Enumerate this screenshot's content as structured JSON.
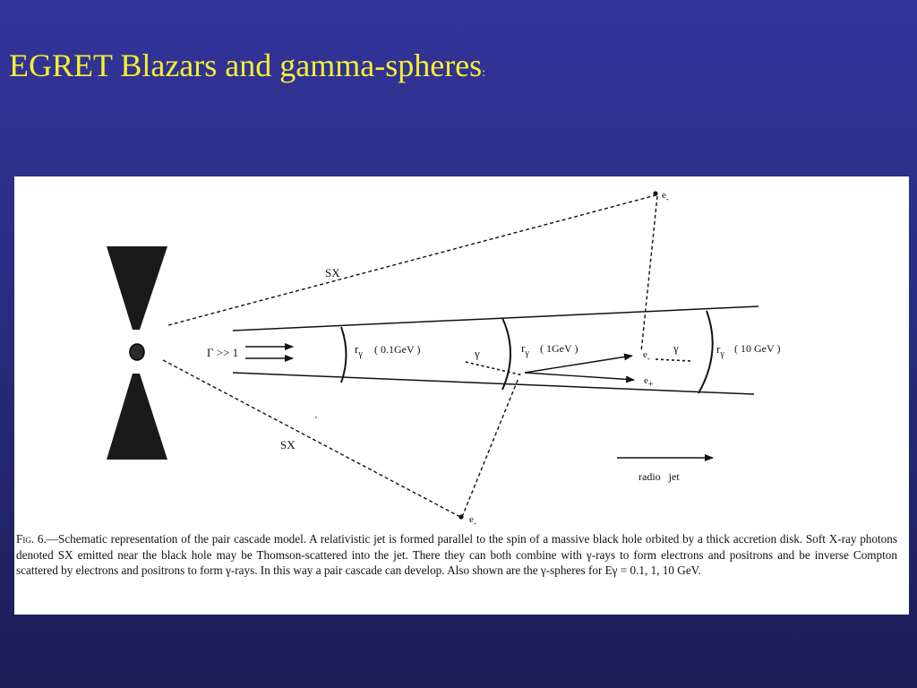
{
  "slide": {
    "title": "EGRET Blazars and gamma-spheres",
    "title_suffix": ":"
  },
  "diagram": {
    "labels": {
      "sx_top": "SX",
      "sx_bottom": "SX",
      "lorentz": "Γ >> 1",
      "r_gamma_symbol": "r",
      "gamma_sub": "γ",
      "sphere_1": "( 0.1GeV )",
      "sphere_2": "( 1GeV )",
      "sphere_3": "( 10 GeV )",
      "gamma_1": "γ",
      "gamma_2": "γ",
      "electron_top": "e",
      "electron_top_sub": "-",
      "electron_mid": "e",
      "electron_mid_sub": "-",
      "positron_mid": "e",
      "positron_mid_sub": "+",
      "electron_bottom": "e",
      "electron_bottom_sub": "-",
      "radio_jet": "radio   jet"
    },
    "caption": {
      "lead": "Fig.  6.",
      "text": "—Schematic representation of the pair cascade model. A relativistic jet is formed parallel to the spin of a massive black hole orbited by a thick accretion disk. Soft X-ray photons denoted SX emitted near the black hole may be Thomson-scattered into the jet. There they can both combine with γ-rays to form electrons and positrons and be inverse Compton scattered by electrons and positrons to form γ-rays. In this way a pair cascade can develop. Also shown are the γ-spheres for Eγ = 0.1, 1, 10 GeV."
    }
  }
}
